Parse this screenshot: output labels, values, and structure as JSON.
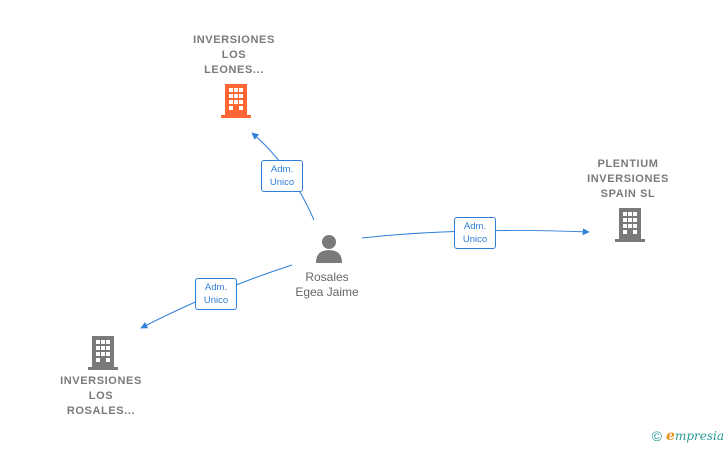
{
  "nodes": {
    "leones": {
      "label": "INVERSIONES\nLOS\nLEONES...",
      "color": "#ff6633"
    },
    "plentium": {
      "label": "PLENTIUM\nINVERSIONES\nSPAIN  SL",
      "color": "#7a7a7a"
    },
    "rosales_company": {
      "label": "INVERSIONES\nLOS\nROSALES...",
      "color": "#7a7a7a"
    },
    "person": {
      "label": "Rosales\nEgea Jaime",
      "color": "#7a7a7a"
    }
  },
  "edges": {
    "to_leones": "Adm.\nUnico",
    "to_plentium": "Adm.\nUnico",
    "to_rosales": "Adm.\nUnico"
  },
  "edge_color": "#2f7fd8",
  "footer": {
    "copyright": "©",
    "brand_initial": "e",
    "brand_rest": "mpresia"
  }
}
